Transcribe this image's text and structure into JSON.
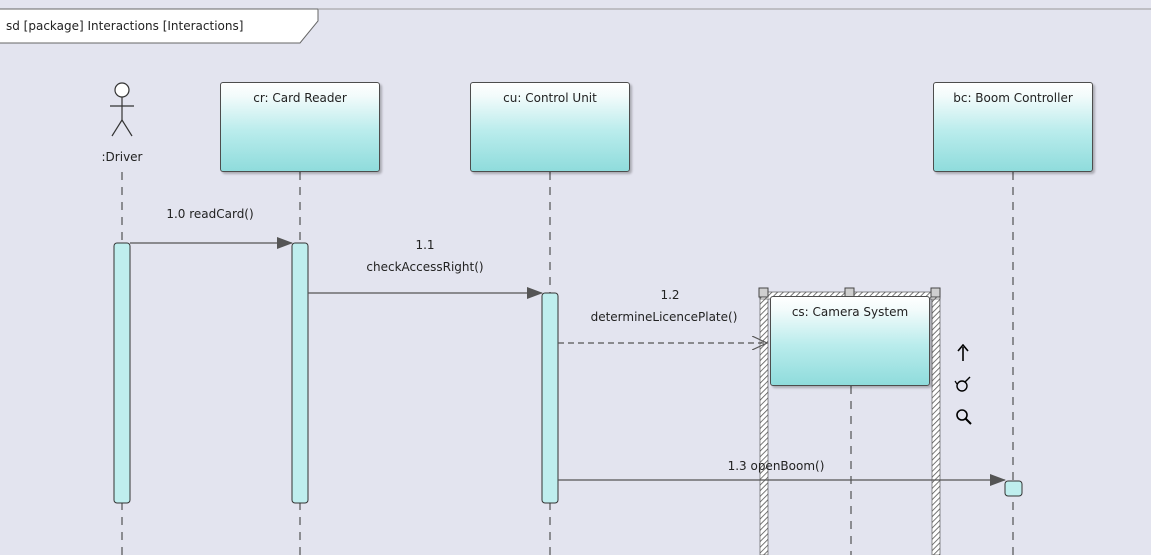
{
  "frame": {
    "label": "sd [package] Interactions [Interactions]"
  },
  "actor": {
    "name": ":Driver"
  },
  "lifelines": {
    "card_reader": "cr: Card Reader",
    "control_unit": "cu: Control Unit",
    "boom_controller": "bc: Boom Controller",
    "camera_system": "cs: Camera System"
  },
  "messages": {
    "m1": {
      "text": "1.0 readCard()"
    },
    "m2": {
      "seq": "1.1",
      "text": "checkAccessRight()"
    },
    "m3": {
      "seq": "1.2",
      "text": "determineLicencePlate()"
    },
    "m4": {
      "text": "1.3 openBoom()"
    }
  },
  "colors": {
    "background": "#e3e4ef",
    "lifeline_fill": "#bfeeee",
    "border": "#4d4d4d"
  },
  "icons": [
    "arrow-up-icon",
    "hand-icon",
    "zoom-icon"
  ]
}
